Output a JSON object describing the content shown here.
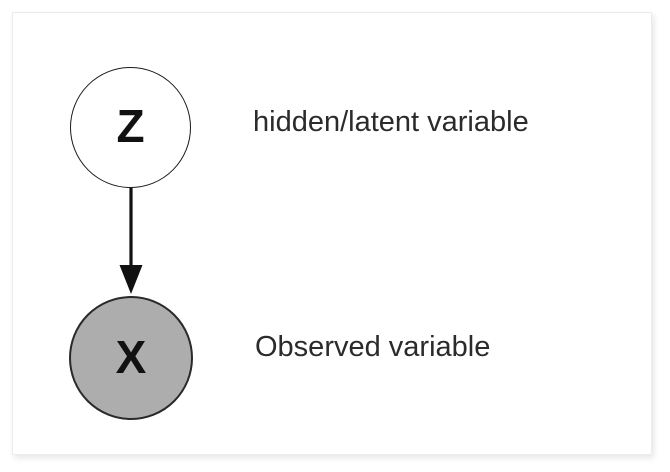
{
  "diagram": {
    "title": "",
    "background_color": "#ffffff",
    "card": {
      "border_color": "#ececec",
      "fill_color": "#ffffff"
    },
    "nodes": [
      {
        "id": "z",
        "letter": "Z",
        "label": "hidden/latent variable",
        "fill_color": "#ffffff",
        "stroke_color": "#1b1b1b",
        "shape": "circle",
        "role": "latent"
      },
      {
        "id": "x",
        "letter": "X",
        "label": "Observed variable",
        "fill_color": "#adadad",
        "stroke_color": "#2a2a2a",
        "shape": "circle",
        "role": "observed"
      }
    ],
    "edges": [
      {
        "id": "z-to-x",
        "from": "z",
        "to": "x",
        "direction": "down",
        "arrowhead": "filled-triangle",
        "color": "#111111"
      }
    ]
  }
}
